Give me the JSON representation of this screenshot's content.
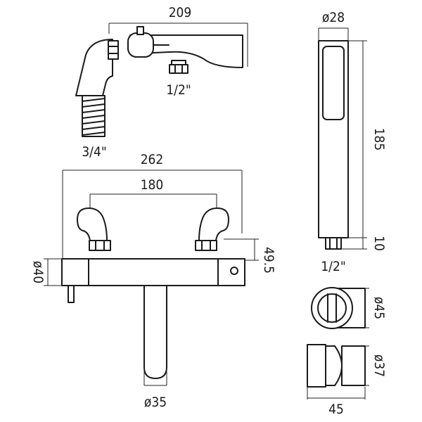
{
  "dimensions": {
    "top_width": "209",
    "top_inlet": "1/2\"",
    "top_hose": "3/4\"",
    "body_width": "262",
    "centers": "180",
    "height_offset": "49.5",
    "body_dia": "ø40",
    "spout_dia": "ø35",
    "handset_dia": "ø28",
    "handset_length": "185",
    "handset_conn_len": "10",
    "handset_thread": "1/2\"",
    "bracket_dia_1": "ø45",
    "bracket_dia_2": "ø37",
    "bracket_width": "45"
  }
}
